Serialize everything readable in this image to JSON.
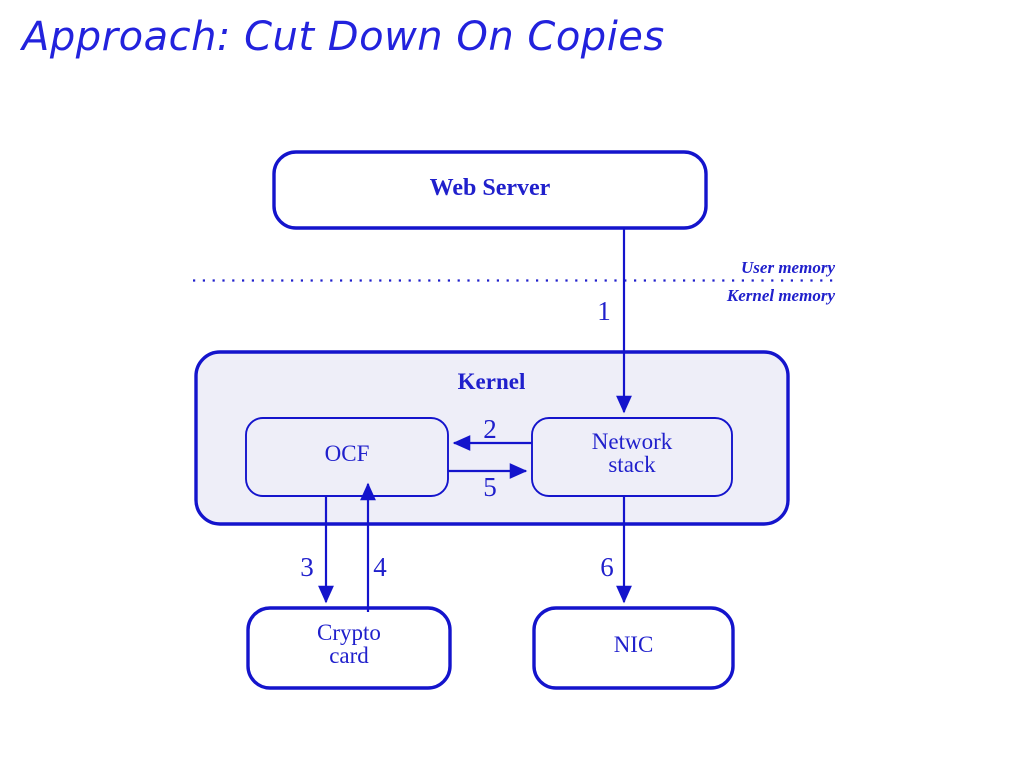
{
  "slide": {
    "title": "Approach: Cut Down On Copies",
    "background_color": "#ffffff",
    "accent_color": "#2020cc"
  },
  "boundary": {
    "upper_label": "User memory",
    "lower_label": "Kernel memory",
    "style": "dotted"
  },
  "nodes": {
    "web_server": {
      "label": "Web Server",
      "fill": "#ffffff"
    },
    "kernel": {
      "label": "Kernel",
      "fill": "#eeeef8"
    },
    "ocf": {
      "label": "OCF",
      "fill": "#eeeef8"
    },
    "network_stack": {
      "label": "Network\nstack",
      "fill": "#eeeef8"
    },
    "crypto_card": {
      "label": "Crypto\ncard",
      "fill": "#ffffff"
    },
    "nic": {
      "label": "NIC",
      "fill": "#ffffff"
    }
  },
  "steps": {
    "s1": "1",
    "s2": "2",
    "s3": "3",
    "s4": "4",
    "s5": "5",
    "s6": "6"
  }
}
